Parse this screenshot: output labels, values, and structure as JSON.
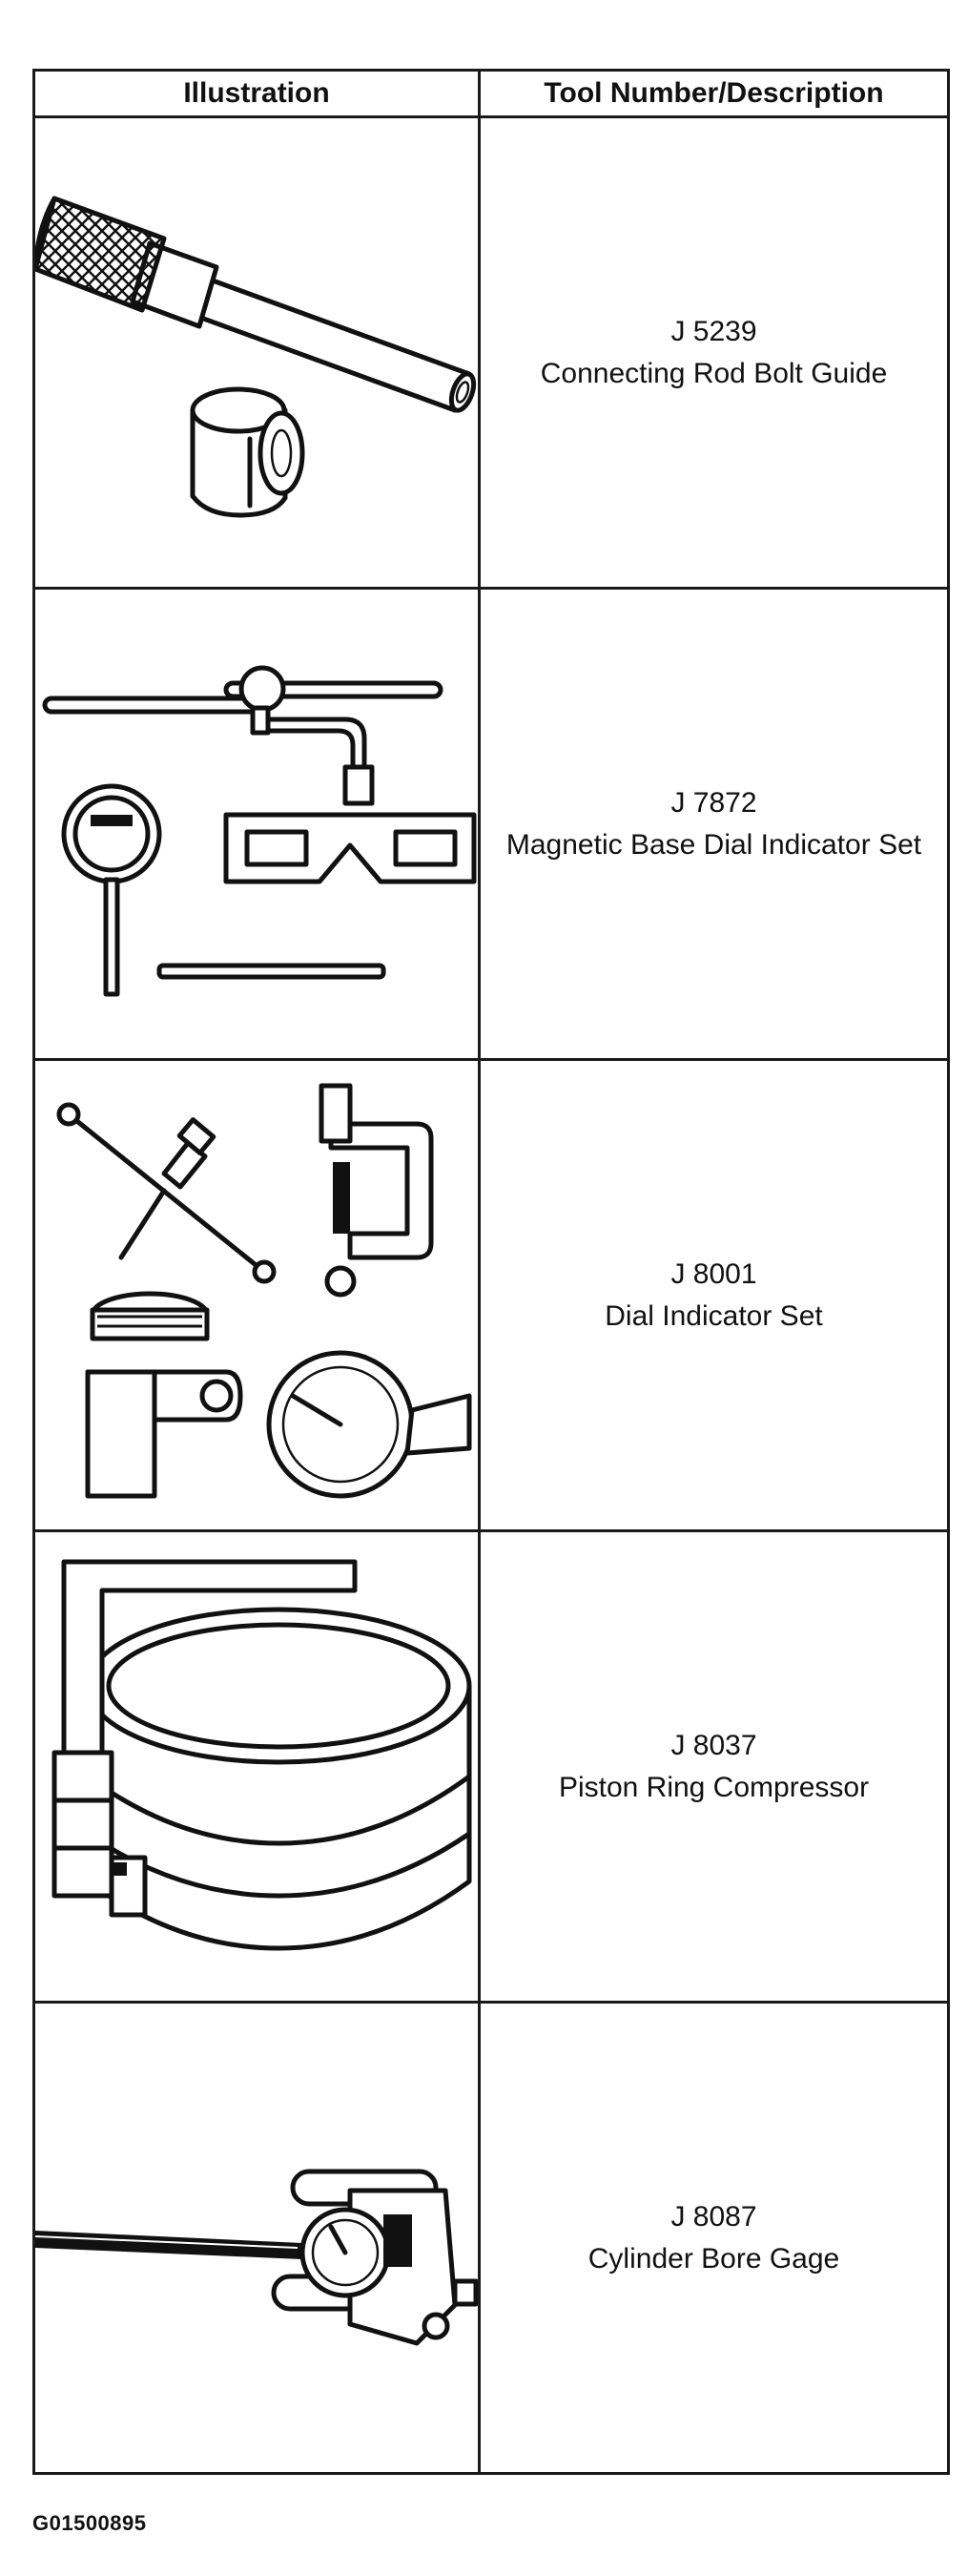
{
  "table": {
    "headers": {
      "illustration": "Illustration",
      "tool": "Tool Number/Description"
    },
    "rows": [
      {
        "number": "J 5239",
        "description": "Connecting Rod Bolt Guide",
        "icon": "connecting-rod-bolt-guide-icon"
      },
      {
        "number": "J 7872",
        "description": "Magnetic Base Dial Indicator Set",
        "icon": "magnetic-base-dial-indicator-icon"
      },
      {
        "number": "J 8001",
        "description": "Dial Indicator Set",
        "icon": "dial-indicator-set-icon"
      },
      {
        "number": "J 8037",
        "description": "Piston Ring Compressor",
        "icon": "piston-ring-compressor-icon"
      },
      {
        "number": "J 8087",
        "description": "Cylinder Bore Gage",
        "icon": "cylinder-bore-gage-icon"
      }
    ]
  },
  "figure_code": "G01500895"
}
